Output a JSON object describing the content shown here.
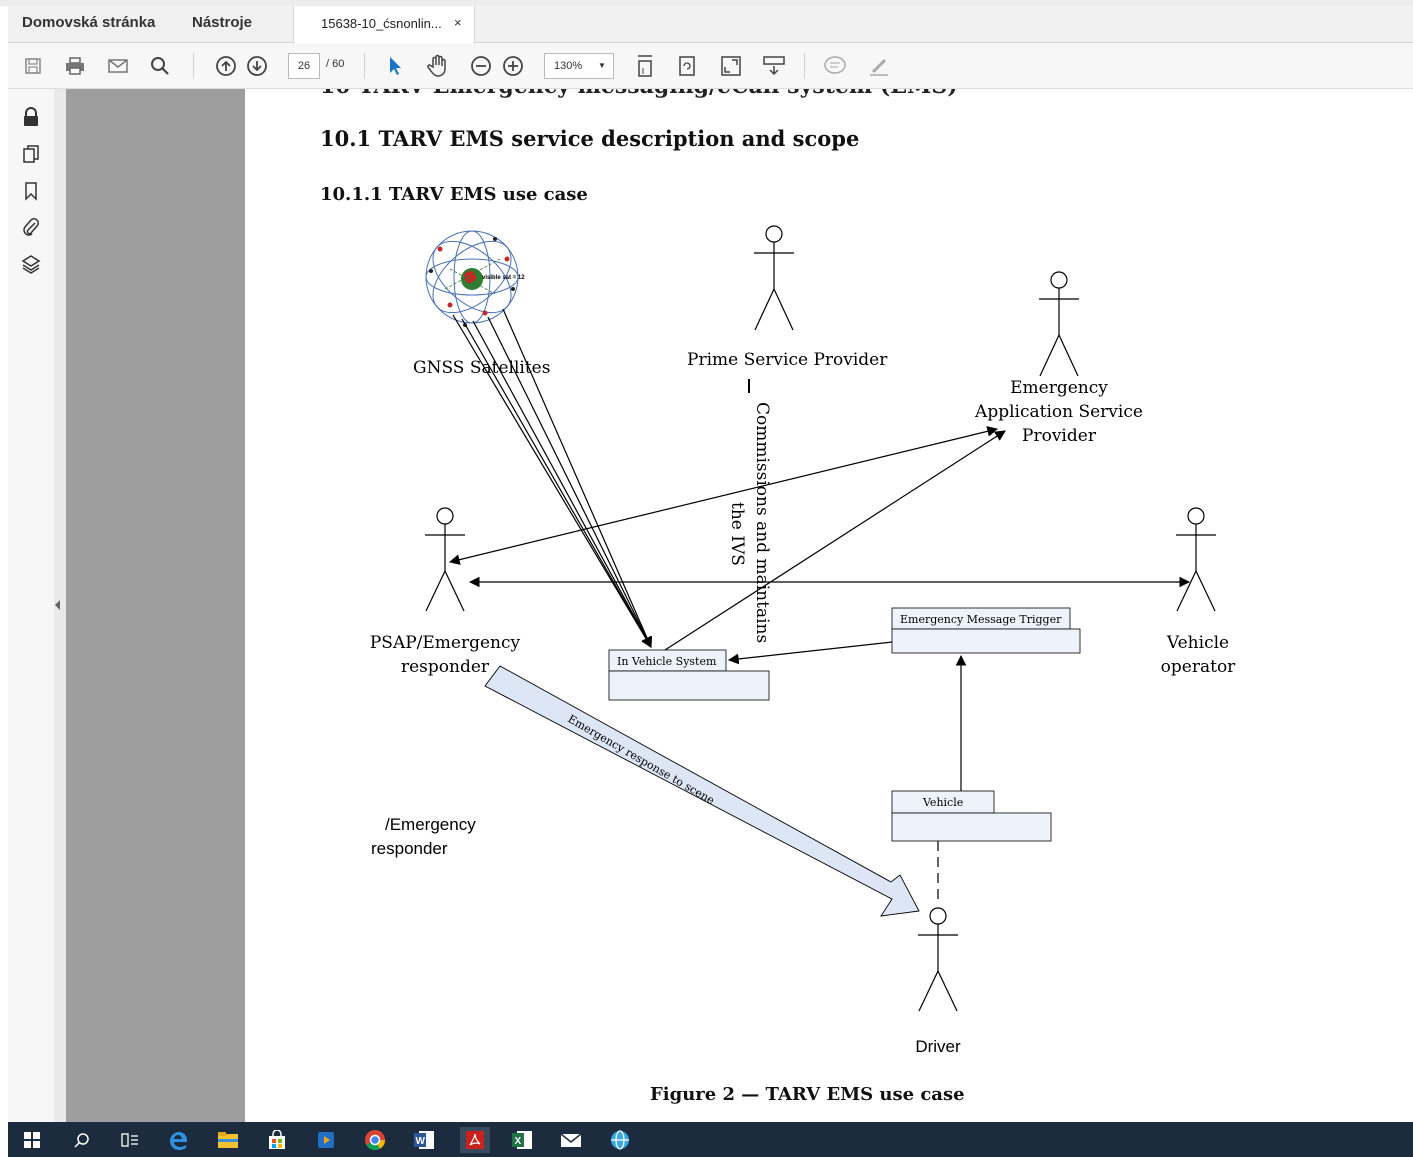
{
  "tabs": {
    "home": "Domovská stránka",
    "tools": "Nástroje",
    "document": "15638-10_ćsnonlin...",
    "close": "×"
  },
  "toolbar": {
    "page_current": "26",
    "page_total": "/ 60",
    "zoom": "130%",
    "icons": [
      "save-icon",
      "print-icon",
      "email-icon",
      "search-icon",
      "page-up-icon",
      "page-down-icon",
      "select-arrow-icon",
      "hand-icon",
      "zoom-out-icon",
      "zoom-in-icon",
      "fit-page-icon",
      "rotate-icon",
      "fullscreen-icon",
      "scroll-mode-icon",
      "comment-icon",
      "highlight-icon"
    ]
  },
  "left_rail": {
    "icons": [
      "lock-icon",
      "pages-icon",
      "bookmark-icon",
      "attachment-icon",
      "layers-icon"
    ]
  },
  "document": {
    "clipped_heading": "10 TARV Emergency messaging/eCall system (EMS)",
    "section_heading": "10.1  TARV EMS service description and scope",
    "subsection_heading": "10.1.1   TARV EMS use case",
    "figure_caption": "Figure 2 — TARV EMS use case",
    "diagram": {
      "satellite_label": "visible sat = 12",
      "gnss": "GNSS Satellites",
      "prime_provider": "Prime Service Provider",
      "emergency_app_provider_line1": "Emergency",
      "emergency_app_provider_line2": "Application Service",
      "emergency_app_provider_line3": "Provider",
      "commissions_line1": "Commissions and maintains",
      "commissions_line2": "the IVS",
      "psap_line1": "PSAP/Emergency",
      "psap_line2": "responder",
      "vehicle_operator_line1": "Vehicle",
      "vehicle_operator_line2": "operator",
      "in_vehicle_system": "In Vehicle System",
      "emergency_message_trigger": "Emergency Message  Trigger",
      "vehicle": "Vehicle",
      "emergency_response": "Emergency response to scene",
      "stray_line1": "/Emergency",
      "stray_line2": "responder",
      "driver": "Driver"
    }
  },
  "taskbar": {
    "icons": [
      "windows-start-icon",
      "search-icon",
      "task-view-icon",
      "edge-icon",
      "file-explorer-icon",
      "store-icon",
      "media-player-icon",
      "chrome-icon",
      "word-icon",
      "acrobat-icon",
      "excel-icon",
      "mail-icon",
      "network-app-icon"
    ]
  },
  "colors": {
    "tab_bar": "#f0f0f0",
    "sidebar_gray": "#9e9e9e",
    "taskbar": "#1c2b3d",
    "arrow_fill": "#dce6f5"
  }
}
